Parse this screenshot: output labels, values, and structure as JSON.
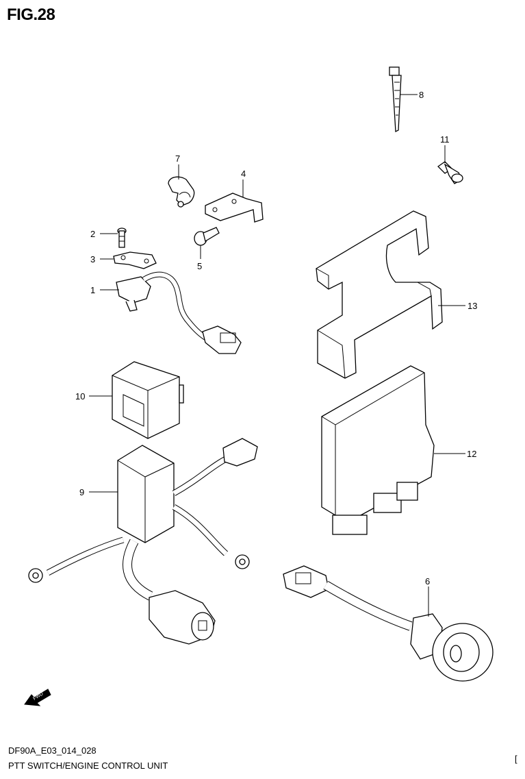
{
  "figure": {
    "title": "FIG.28"
  },
  "callouts": {
    "p1": "1",
    "p2": "2",
    "p3": "3",
    "p4": "4",
    "p5": "5",
    "p6": "6",
    "p7": "7",
    "p8": "8",
    "p9": "9",
    "p10": "10",
    "p11": "11",
    "p12": "12",
    "p13": "13"
  },
  "direction_badge": {
    "label": "FWD",
    "icon": "forward-arrow-icon"
  },
  "footer": {
    "code": "DF90A_E03_014_028",
    "description": "PTT SWITCH/ENGINE CONTROL UNIT",
    "page_mark": "["
  }
}
